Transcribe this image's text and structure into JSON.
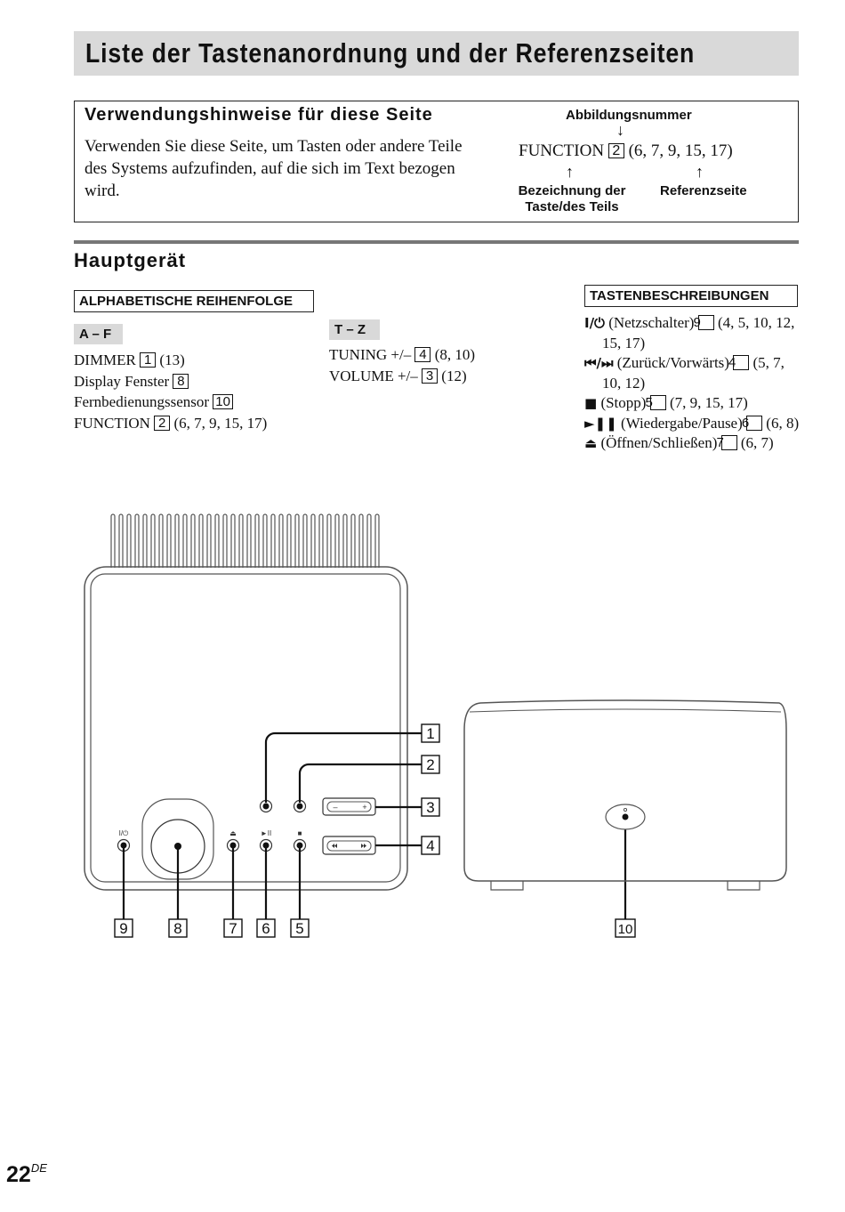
{
  "header": {
    "title": "Liste der Tastenanordnung und der Referenzseiten"
  },
  "usage": {
    "title": "Verwendungshinweise für diese Seite",
    "body": "Verwenden Sie diese Seite, um Tasten oder andere Teile des Systems aufzufinden, auf die sich im Text bezogen wird.",
    "figure_number_label": "Abbildungsnummer",
    "example_name": "FUNCTION",
    "example_number": "2",
    "example_pages": "(6, 7, 9, 15, 17)",
    "name_label_line1": "Bezeichnung der",
    "name_label_line2": "Taste/des Teils",
    "reference_label": "Referenzseite"
  },
  "section": {
    "title": "Hauptgerät"
  },
  "alphabetical": {
    "label": "ALPHABETISCHE REIHENFOLGE",
    "group_af": {
      "range": "A – F",
      "items": [
        {
          "name": "DIMMER",
          "number": "1",
          "pages": "(13)"
        },
        {
          "name": "Display Fenster",
          "number": "8",
          "pages": ""
        },
        {
          "name": "Fernbedienungssensor",
          "number": "10",
          "pages": ""
        },
        {
          "name": "FUNCTION",
          "number": "2",
          "pages": "(6, 7, 9, 15, 17)"
        }
      ]
    },
    "group_tz": {
      "range": "T – Z",
      "items": [
        {
          "name": "TUNING +/–",
          "number": "4",
          "pages": "(8, 10)"
        },
        {
          "name": "VOLUME +/–",
          "number": "3",
          "pages": "(12)"
        }
      ]
    }
  },
  "descriptions": {
    "label": "TASTENBESCHREIBUNGEN",
    "items": [
      {
        "symbol": "I/⏻",
        "text": "(Netzschalter)",
        "number": "9",
        "pages": "(4, 5, 10, 12, 15, 17)"
      },
      {
        "symbol": "⏮/⏭",
        "text": "(Zurück/Vorwärts)",
        "number": "4",
        "pages": "(5, 7, 10, 12)"
      },
      {
        "symbol": "■",
        "text": "(Stopp)",
        "number": "5",
        "pages": "(7, 9, 15, 17)"
      },
      {
        "symbol": "►❚❚",
        "text": "(Wiedergabe/Pause)",
        "number": "6",
        "pages": "(6, 8)"
      },
      {
        "symbol": "⏏",
        "text": "(Öffnen/Schließen)",
        "number": "7",
        "pages": "(6, 7)"
      }
    ]
  },
  "diagram": {
    "power_label": "I/⏻",
    "eject_label": "⏏",
    "play_label": "►II",
    "stop_label": "■",
    "volume_minus": "–",
    "volume_plus": "+",
    "callouts": [
      "1",
      "2",
      "3",
      "4",
      "5",
      "6",
      "7",
      "8",
      "9",
      "10"
    ]
  },
  "footer": {
    "page_number": "22",
    "page_suffix": "DE"
  }
}
